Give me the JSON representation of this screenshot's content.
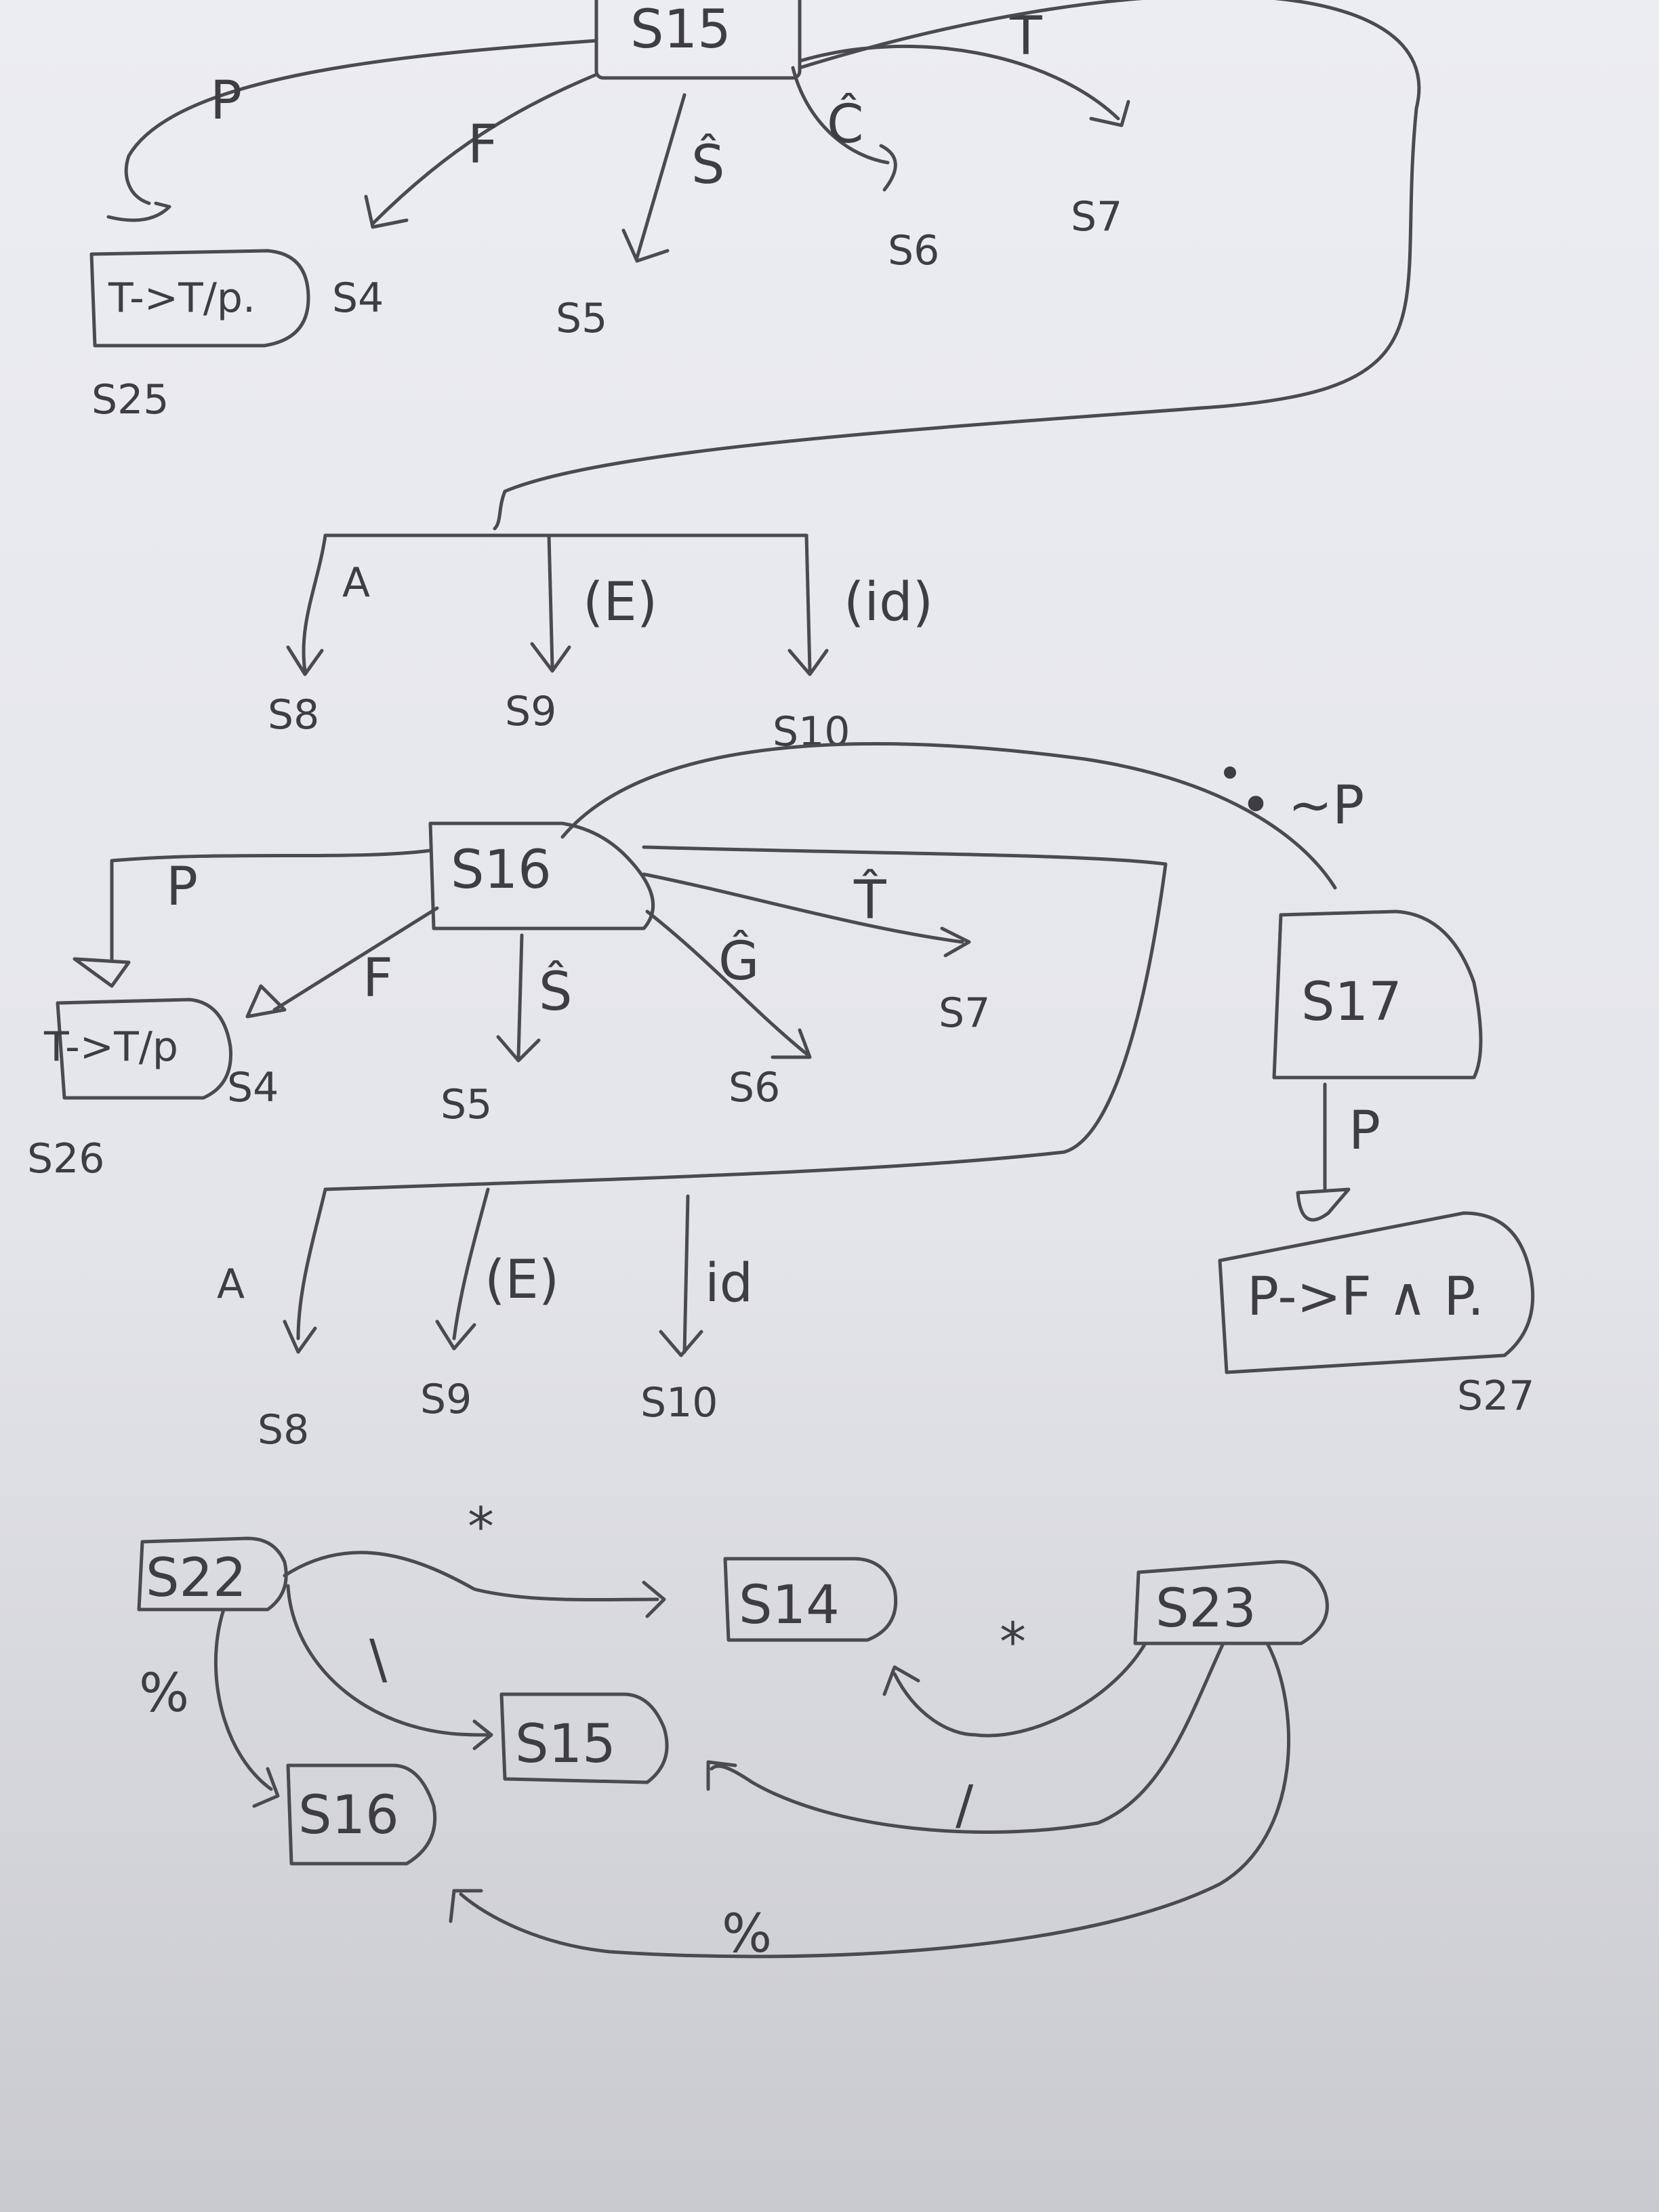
{
  "nodes": {
    "s15_top": "S15",
    "s25_box": "T->T/p.",
    "s25_name": "S25",
    "s4_a": "S4",
    "s5_a": "S5",
    "s6_a": "S6",
    "s7_a": "S7",
    "s8_a": "S8",
    "s9_a": "S9",
    "s10_a": "S10",
    "s16_mid": "S16",
    "s26_box": "T->T/p",
    "s26_name": "S26",
    "s4_b": "S4",
    "s5_b": "S5",
    "s6_b": "S6",
    "s7_b": "S7",
    "s17": "S17",
    "s27_box": "P->F ∧ P.",
    "s27_name": "S27",
    "s8_b": "S8",
    "s9_b": "S9",
    "s10_b": "S10",
    "s22": "S22",
    "s14": "S14",
    "s23": "S23",
    "s15_bot": "S15",
    "s16_bot": "S16"
  },
  "edge_labels": {
    "p_s15": "P",
    "f_s15": "F",
    "s5_s15": "Ŝ",
    "s6_s15": "Ĉ",
    "t_s15": "T",
    "a_1": "A",
    "e_1": "(E)",
    "id_1": "(id)",
    "not_p": "• ~P",
    "p_s16": "P",
    "f_s16": "F",
    "s5_s16": "Ŝ",
    "s6_s16": "Ĝ",
    "t_s16": "T̂",
    "p_s17": "P",
    "a_2": "A",
    "e_2": "(E)",
    "id_2": "id",
    "star_1": "*",
    "bar_1": "\\",
    "pct_1": "%",
    "star_2": "*",
    "slash_1": "/",
    "pct_2": "%"
  }
}
